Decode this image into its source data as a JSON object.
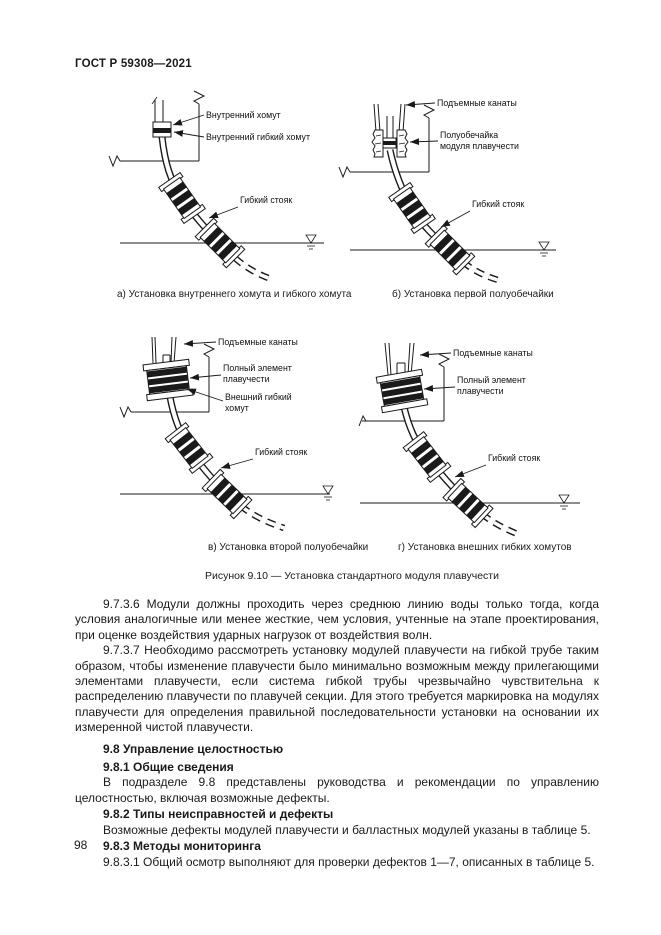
{
  "header": {
    "title": "ГОСТ Р 59308—2021"
  },
  "figure": {
    "caption": "Рисунок 9.10 — Установка стандартного модуля плавучести",
    "panels": [
      {
        "id": "a",
        "caption": "а) Установка внутреннего хомута и гибкого хомута",
        "labels": [
          "Внутренний хомут",
          "Внутренний гибкий хомут",
          "Гибкий стояк"
        ]
      },
      {
        "id": "b",
        "caption": "б) Установка первой полуобечайки",
        "labels": [
          "Подъемные канаты",
          "Полуобечайка",
          "модуля плавучести",
          "Гибкий стояк"
        ]
      },
      {
        "id": "v",
        "caption": "в) Установка второй полуобечайки",
        "labels": [
          "Подъемные канаты",
          "Полный элемент",
          "плавучести",
          "Внешний гибкий",
          "хомут",
          "Гибкий стояк"
        ]
      },
      {
        "id": "g",
        "caption": "г) Установка внешних гибких хомутов",
        "labels": [
          "Подъемные канаты",
          "Полный элемент",
          "плавучести",
          "Гибкий стояк"
        ]
      }
    ]
  },
  "content": {
    "p9736": "9.7.3.6 Модули должны проходить через среднюю линию воды только тогда, когда условия аналогичные или менее жесткие, чем условия, учтенные на этапе проектирования, при оценке воздействия ударных нагрузок от воздействия волн.",
    "p9737": "9.7.3.7 Необходимо рассмотреть установку модулей плавучести на гибкой трубе таким образом, чтобы изменение плавучести было минимально возможным между прилегающими элементами плавучести, если система гибкой трубы чрезвычайно чувствительна к распределению плавучести по плавучей секции. Для этого требуется маркировка на модулях плавучести для определения правильной последовательности установки на основании их измеренной чистой плавучести.",
    "h98": "9.8 Управление целостностью",
    "h981": "9.8.1 Общие сведения",
    "p981": "В подразделе 9.8 представлены руководства и рекомендации по управлению целостностью, включая возможные дефекты.",
    "h982": "9.8.2 Типы неисправностей и дефекты",
    "p982": "Возможные дефекты модулей плавучести и балластных модулей указаны в таблице 5.",
    "h983": "9.8.3 Методы мониторинга",
    "p9831": "9.8.3.1 Общий осмотр выполняют для проверки дефектов 1—7, описанных в таблице 5."
  },
  "footer": {
    "page_number": "98"
  }
}
